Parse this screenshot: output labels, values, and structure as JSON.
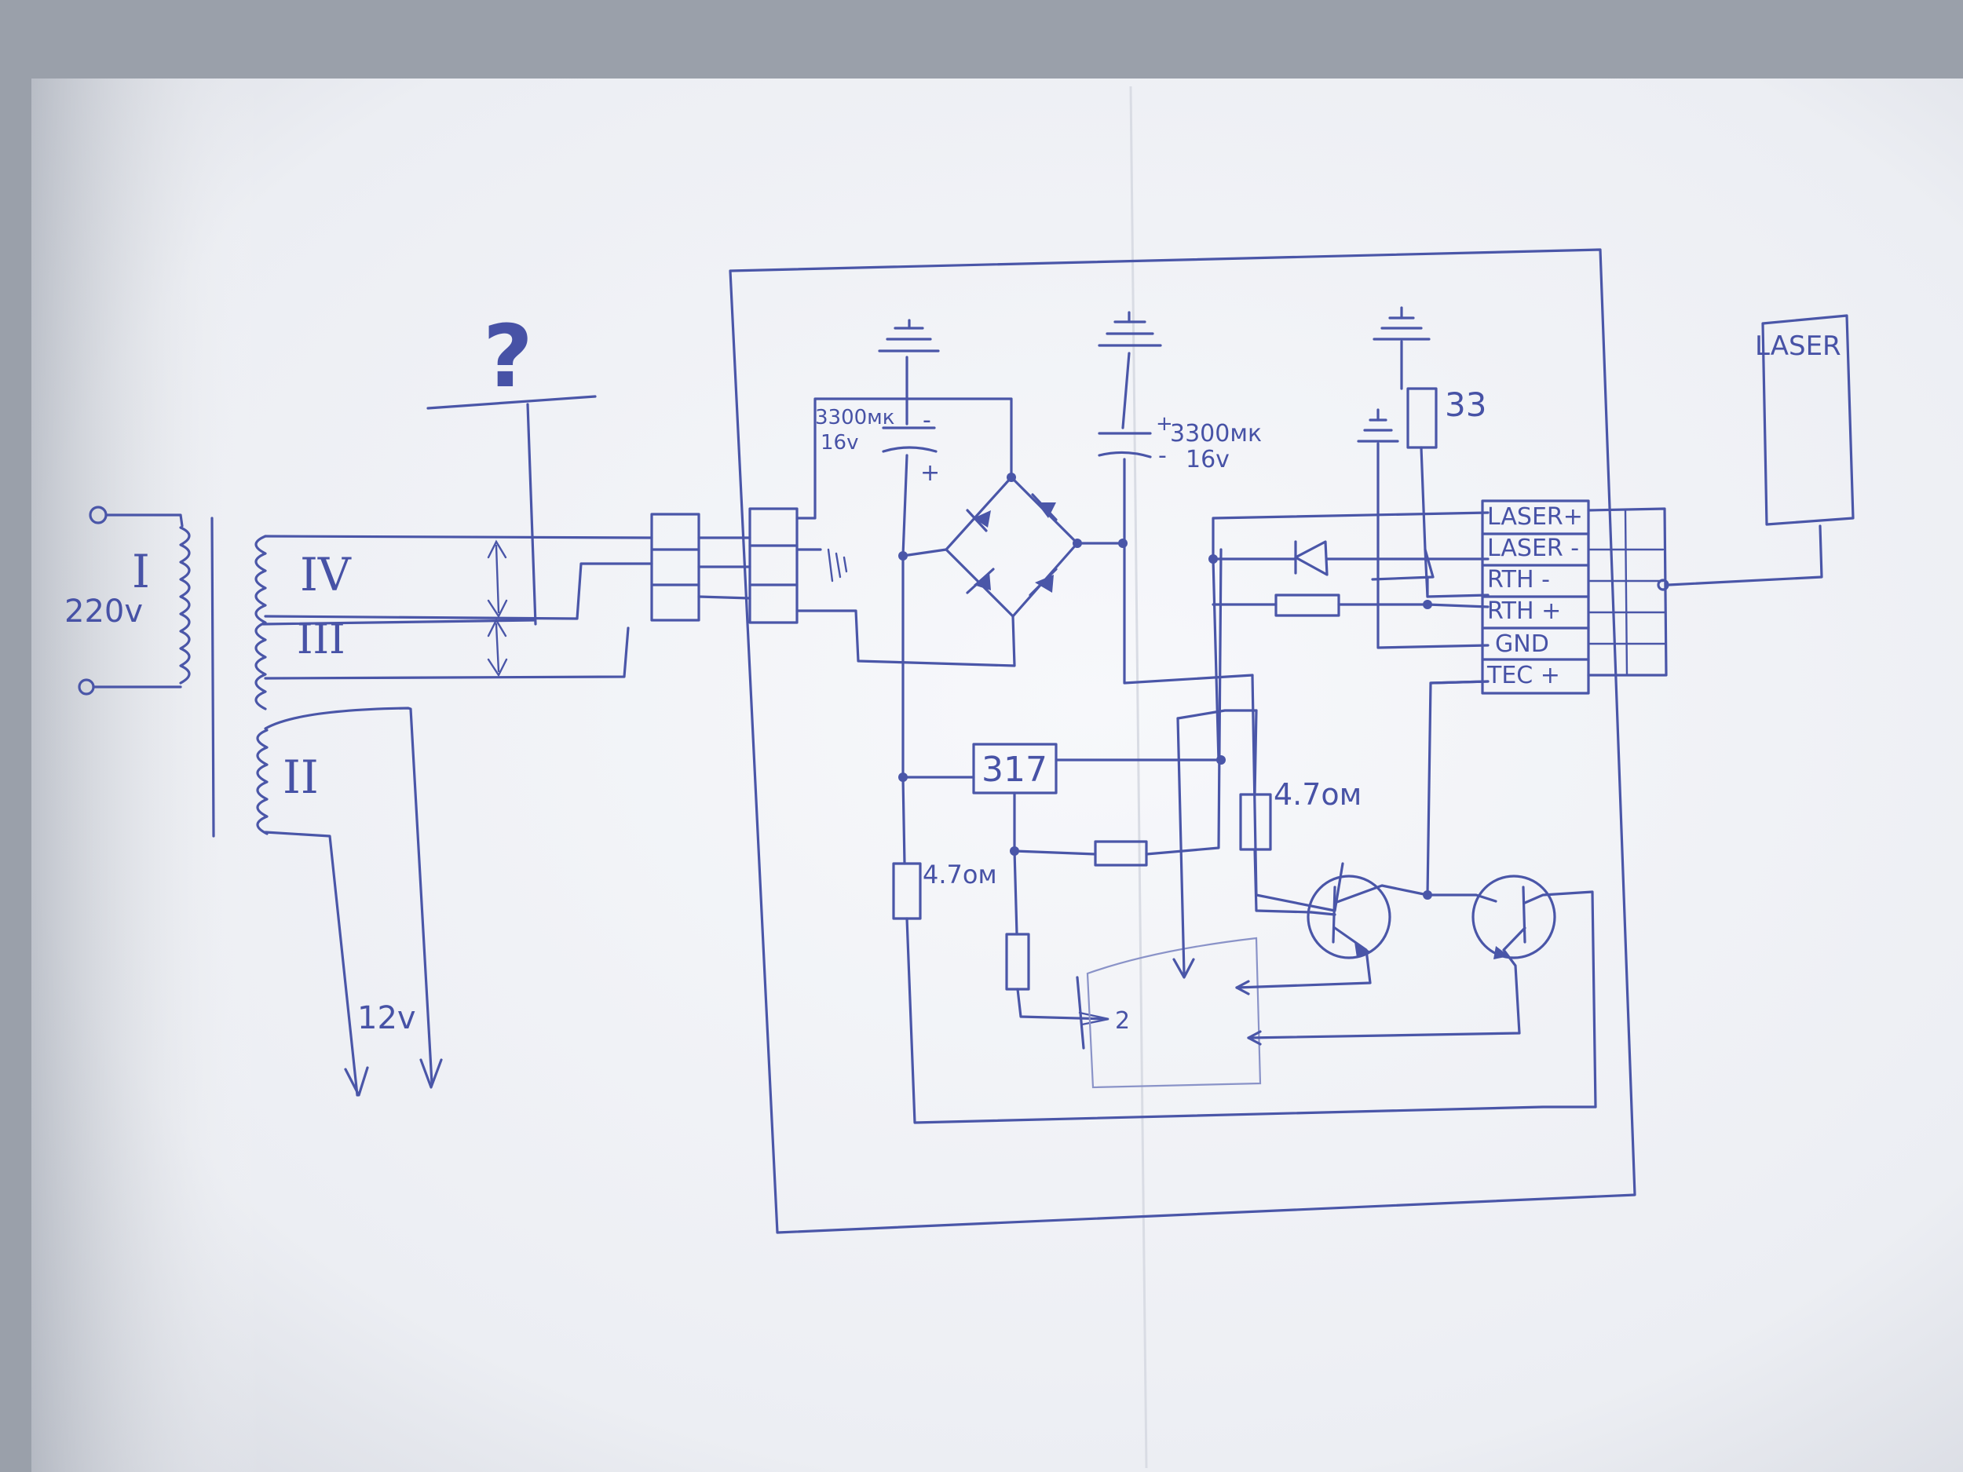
{
  "transformer": {
    "primary_winding": "I",
    "primary_voltage": "220v",
    "winding_iv": "IV",
    "winding_iii": "III",
    "winding_ii": "II",
    "output_voltage": "12v"
  },
  "unknown_mark": "?",
  "capacitor_left": {
    "value": "3300мк",
    "voltage": "16v",
    "minus": "-",
    "plus": "+"
  },
  "capacitor_right": {
    "value": "3300мк",
    "voltage": "16v",
    "plus": "+",
    "minus": "-"
  },
  "regulator": "317",
  "resistor_33": "33",
  "resistor_47_left": "4.7ом",
  "resistor_47_right": "4.7ом",
  "pot_label": "2",
  "connector_pins": [
    "LASER+",
    "LASER -",
    "RTH -",
    "RTH +",
    "GND",
    "TEC +"
  ],
  "laser_box": "LASER",
  "colors": {
    "ink": "#4a56a8",
    "paper": "#f4f5f8"
  }
}
